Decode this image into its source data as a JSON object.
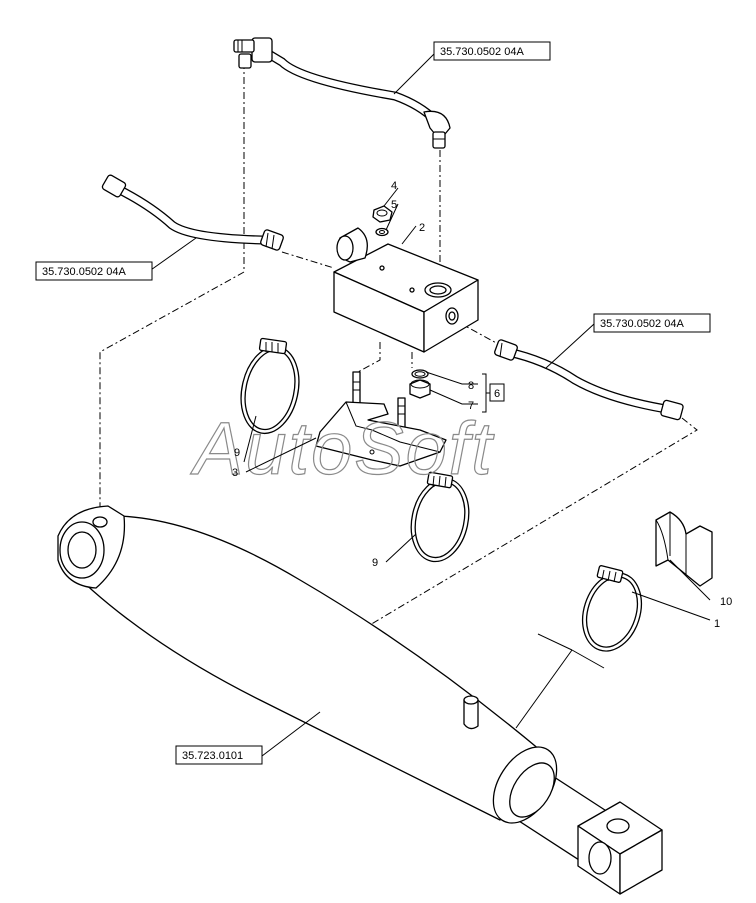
{
  "watermark": "AutoSoft",
  "references": {
    "tube_upper": "35.730.0502 04A",
    "tube_left": "35.730.0502 04A",
    "tube_right": "35.730.0502 04A",
    "cylinder": "35.723.0101"
  },
  "callouts": {
    "c1": "1",
    "c2": "2",
    "c3": "3",
    "c4": "4",
    "c5": "5",
    "c6": "6",
    "c7": "7",
    "c8": "8",
    "c9a": "9",
    "c9b": "9",
    "c10": "10"
  }
}
